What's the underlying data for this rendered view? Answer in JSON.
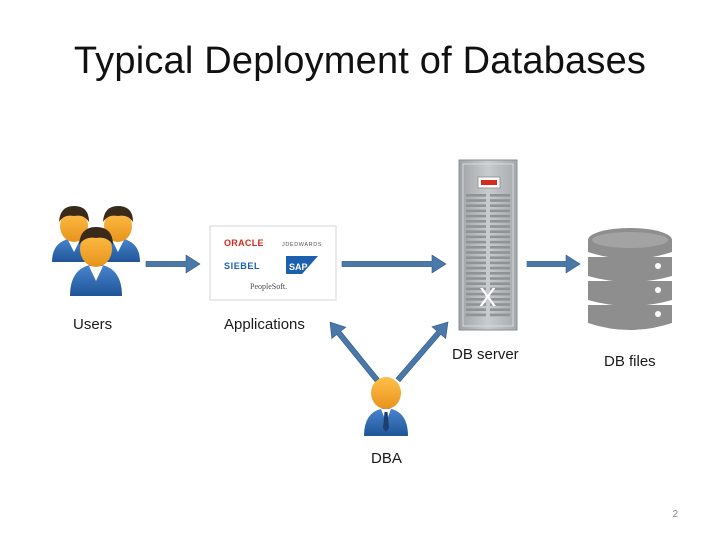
{
  "slide": {
    "title": "Typical Deployment of Databases",
    "page_number": "2"
  },
  "nodes": {
    "users": {
      "label": "Users",
      "icon": "users-group-icon"
    },
    "applications": {
      "label": "Applications",
      "icon": "applications-logos-icon",
      "logos": [
        "ORACLE",
        "JDEDWARDS",
        "SIEBEL",
        "SAP",
        "PeopleSoft."
      ]
    },
    "db_server": {
      "label": "DB server",
      "icon": "server-rack-icon"
    },
    "db_files": {
      "label": "DB files",
      "icon": "database-stack-icon"
    },
    "dba": {
      "label": "DBA",
      "icon": "dba-person-icon"
    }
  },
  "edges": [
    {
      "from": "users",
      "to": "applications"
    },
    {
      "from": "applications",
      "to": "db_server"
    },
    {
      "from": "db_server",
      "to": "db_files"
    },
    {
      "from": "dba",
      "to": "applications"
    },
    {
      "from": "dba",
      "to": "db_server"
    }
  ],
  "colors": {
    "arrow": "#4a78a8",
    "arrow_dark": "#2f5a86",
    "person_skin": "#f5a623",
    "person_shirt": "#2f6db5",
    "person_hair": "#3a2a1a",
    "dba_skin": "#f0a020",
    "dba_shirt": "#3b6fb8",
    "server_body": "#b9bcbf",
    "db_gray": "#8e8e8e",
    "oracle_red": "#d52b1e",
    "sap_blue": "#1c5fae"
  }
}
